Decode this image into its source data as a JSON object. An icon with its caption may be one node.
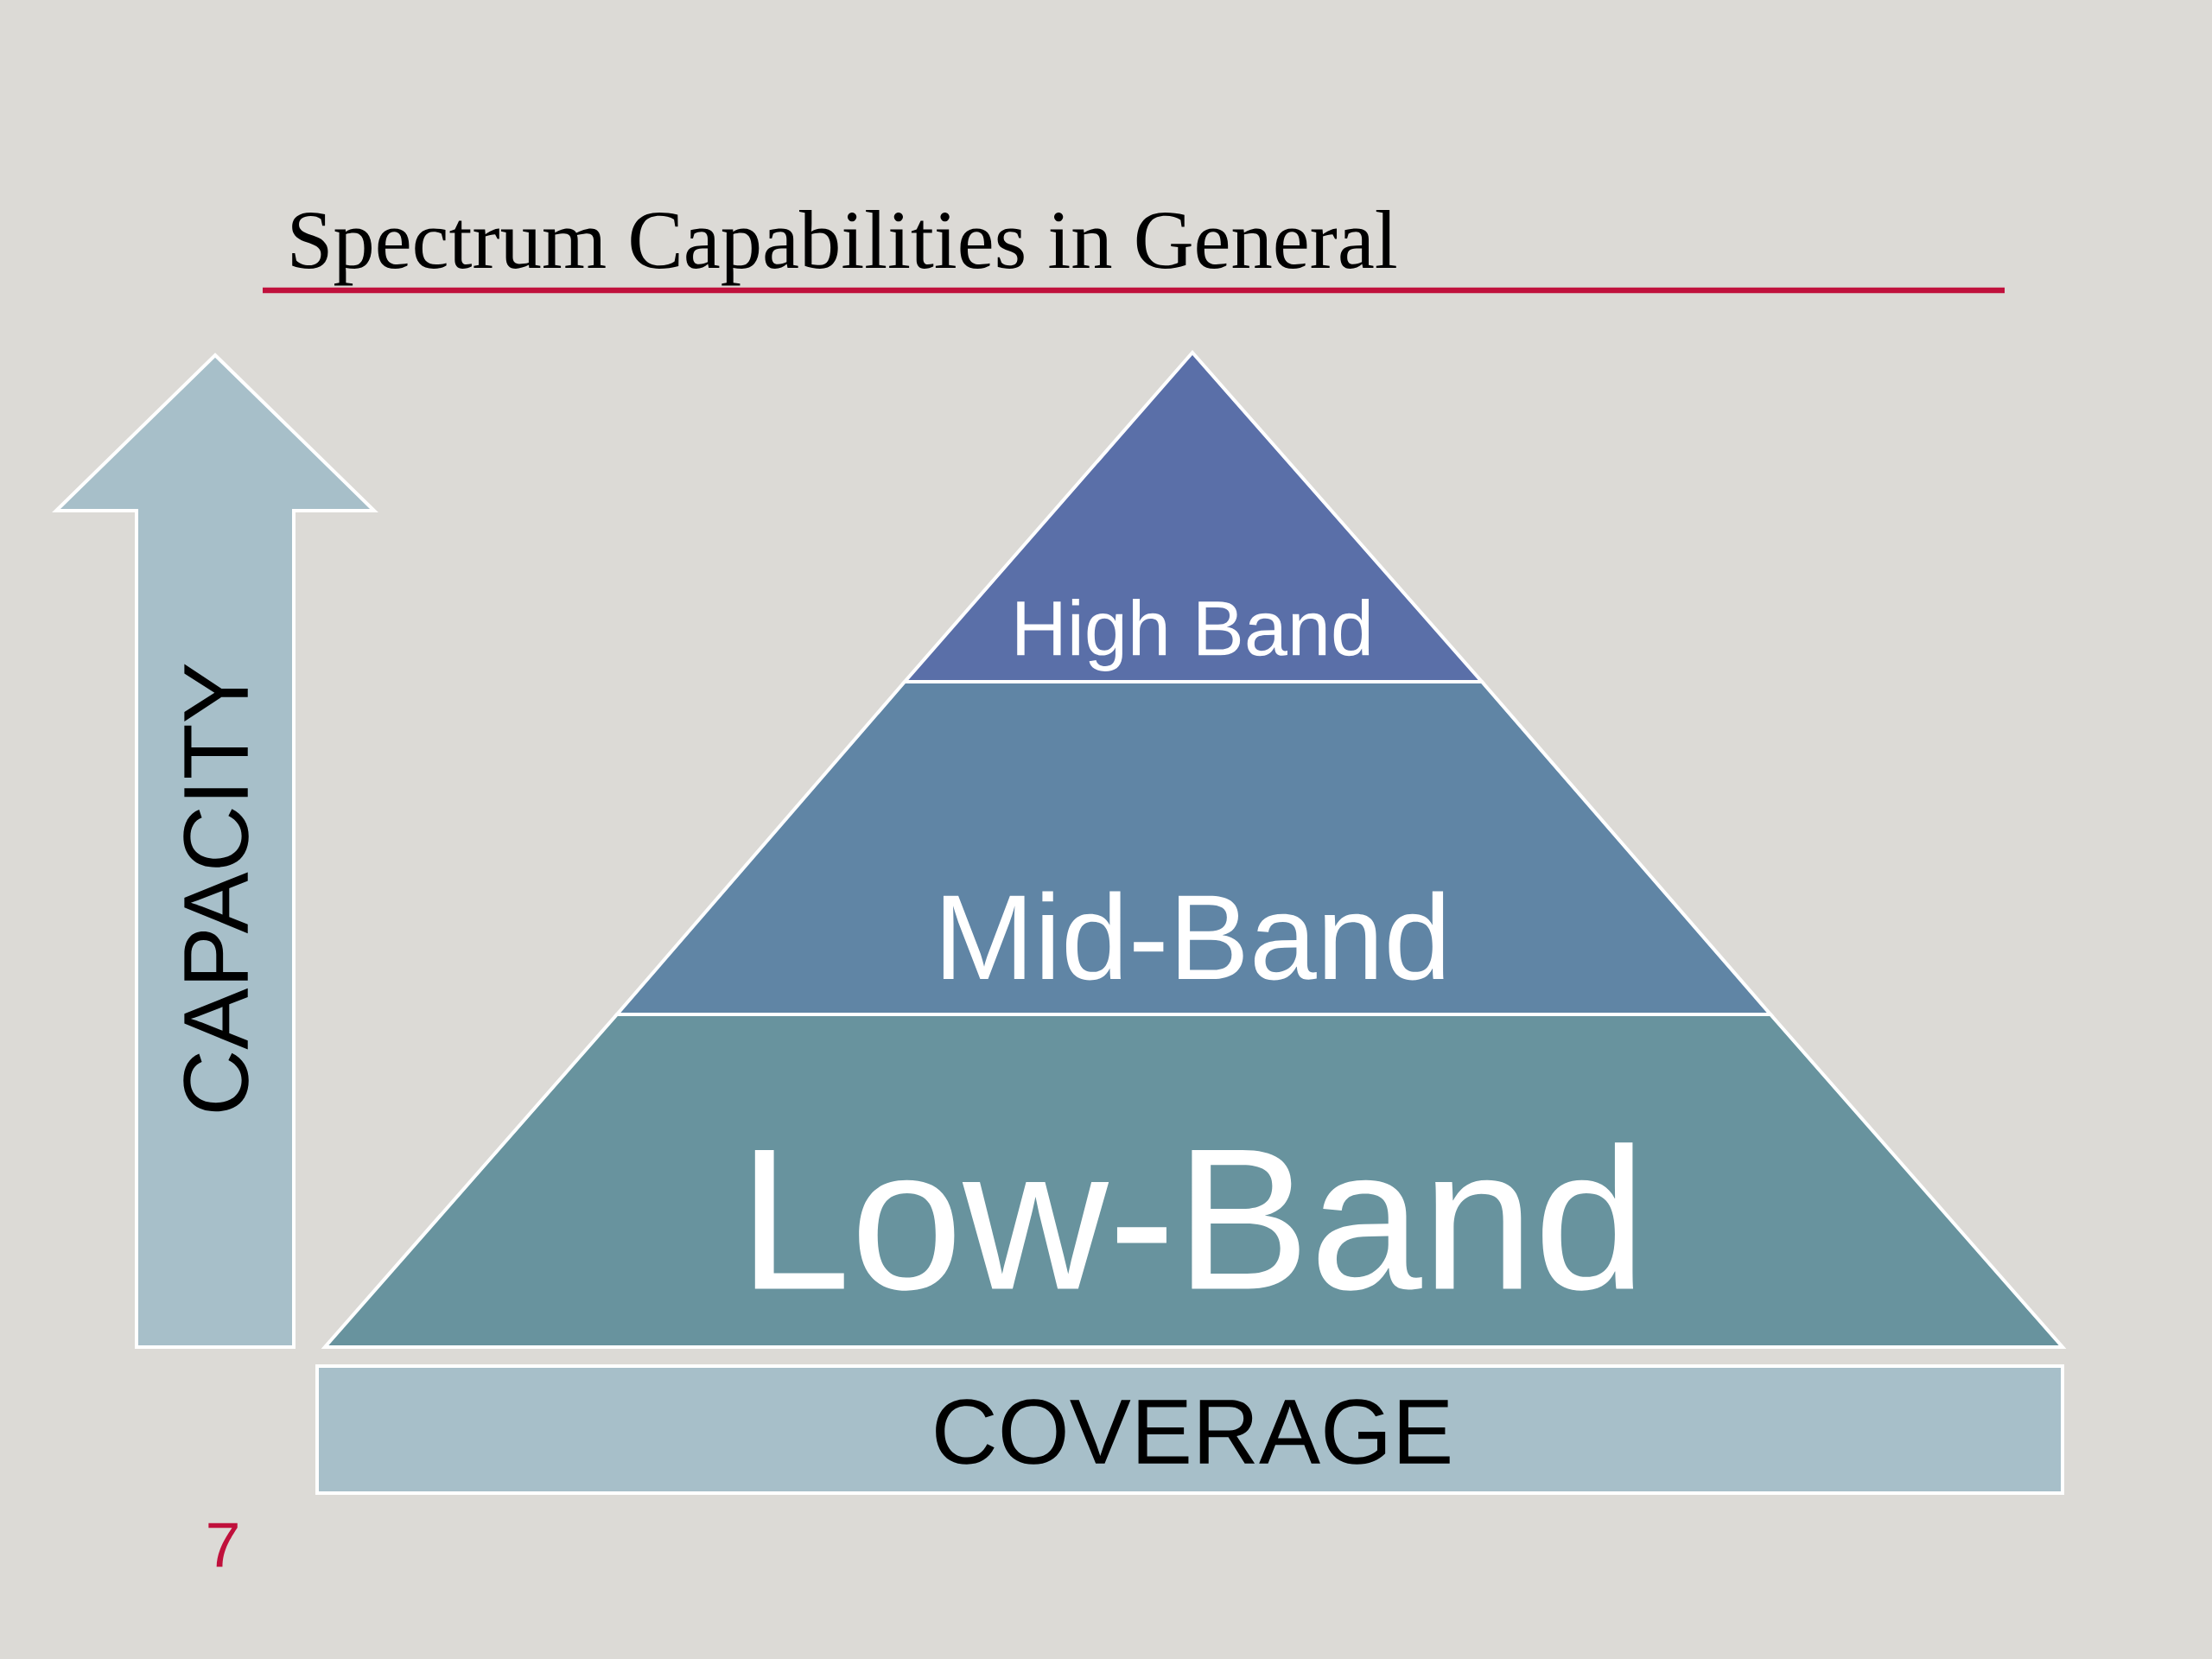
{
  "diagram": {
    "title": "Spectrum Capabilities in General",
    "nodes": [
      {
        "text": [
          "High Band"
        ]
      },
      {
        "text": [
          "Mid-Band"
        ]
      },
      {
        "text": [
          "Low-Band"
        ]
      },
      {
        "text": [
          "COVERAGE"
        ]
      },
      {
        "text": [
          "CAPACITY"
        ]
      }
    ],
    "labels": [
      "7"
    ]
  }
}
